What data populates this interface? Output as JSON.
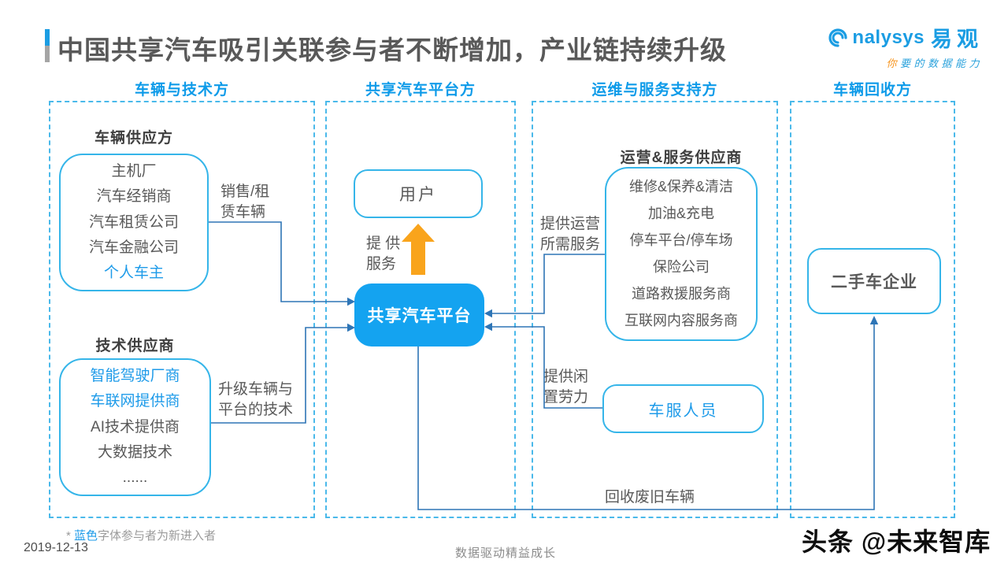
{
  "title": "中国共享汽车吸引关联参与者不断增加，产业链持续升级",
  "logo": {
    "brand_en": "nalysys",
    "brand_cn": "易观",
    "tagline_first": "你",
    "tagline_rest": "要的数据能力"
  },
  "column_headers": [
    "车辆与技术方",
    "共享汽车平台方",
    "运维与服务支持方",
    "车辆回收方"
  ],
  "groups": {
    "vehicle_supply": {
      "title": "车辆供应方",
      "items": [
        "主机厂",
        "汽车经销商",
        "汽车租赁公司",
        "汽车金融公司",
        "个人车主"
      ]
    },
    "tech_supply": {
      "title": "技术供应商",
      "items": [
        "智能驾驶厂商",
        "车联网提供商",
        "AI技术提供商",
        "大数据技术",
        "......"
      ]
    },
    "user": "用户",
    "platform": "共享汽车平台",
    "ops_supply": {
      "title": "运营&服务供应商",
      "items": [
        "维修&保养&清洁",
        "加油&充电",
        "停车平台/停车场",
        "保险公司",
        "道路救援服务商",
        "互联网内容服务商"
      ]
    },
    "service_staff": "车服人员",
    "used_car": "二手车企业"
  },
  "edge_labels": {
    "sell_lease": {
      "lines": [
        "销售/租",
        "赁车辆"
      ]
    },
    "upgrade_tech": {
      "lines": [
        "升级车辆与",
        "平台的技术"
      ]
    },
    "provide_service": {
      "lines": [
        "提 供",
        "服务"
      ]
    },
    "ops_service": {
      "lines": [
        "提供运营",
        "所需服务"
      ]
    },
    "idle_labor": {
      "lines": [
        "提供闲",
        "置劳力"
      ]
    },
    "recycle": "回收废旧车辆"
  },
  "footer": {
    "note_star": "* ",
    "note_blue": "蓝色",
    "note_rest": "字体参与者为新进入者",
    "date": "2019-12-13",
    "slogan": "数据驱动精益成长",
    "watermark": "头条 @未来智库"
  },
  "colors": {
    "header_blue": "#0E9BE9",
    "box_border": "#35B5E9",
    "dashed_border": "#4AB9EA",
    "platform_fill": "#14A3F0",
    "connector_blue": "#2E75B6",
    "arrow_orange": "#F9A41C",
    "new_entrant_blue": "#1E9BE9",
    "text_dark": "#595959"
  }
}
